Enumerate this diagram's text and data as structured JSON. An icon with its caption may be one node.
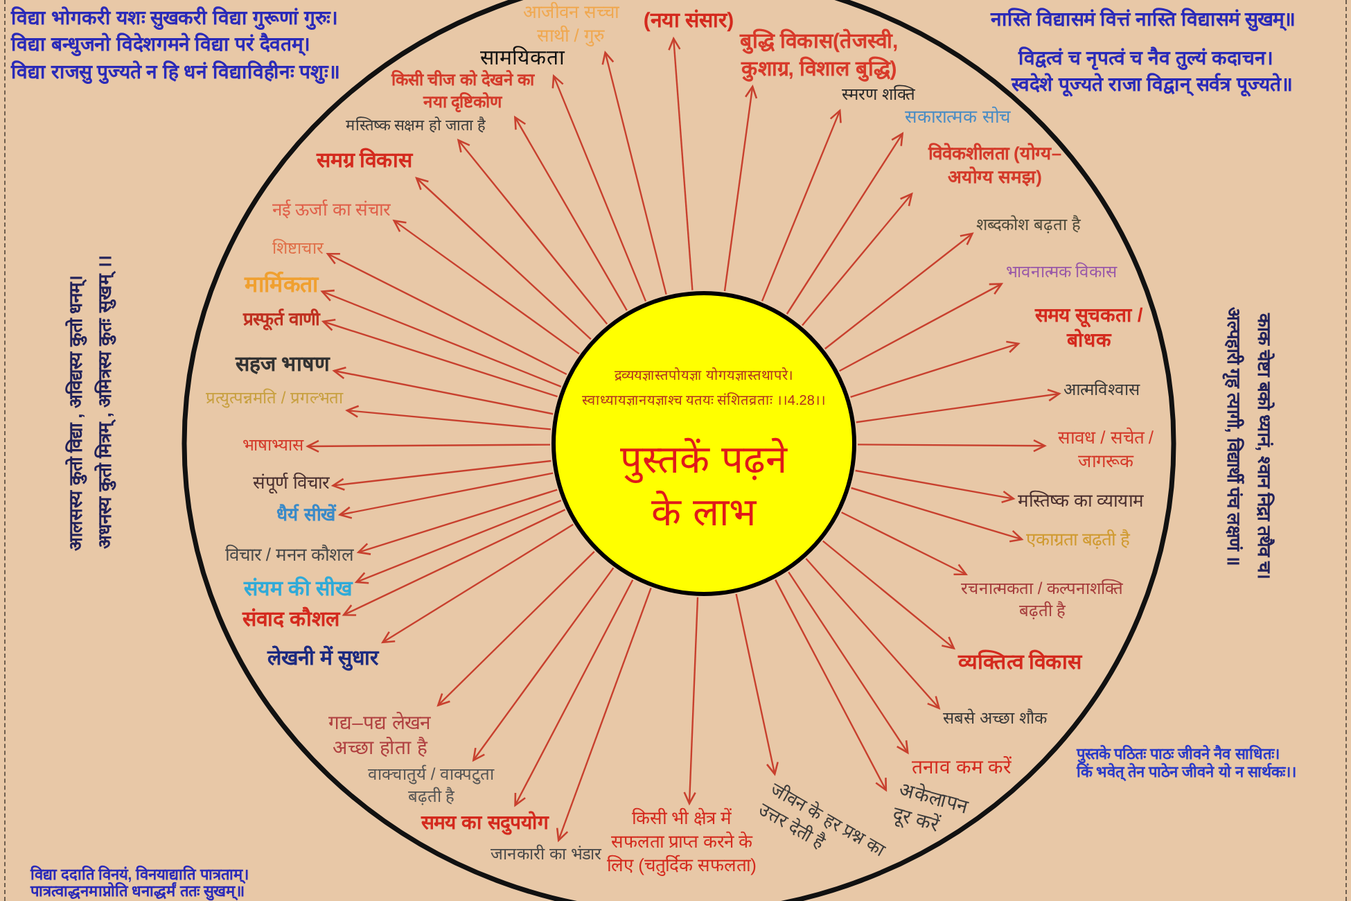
{
  "diagram": {
    "nodes": [
      {
        "text": [
          "द्रव्ययज्ञास्तपोयज्ञा योगयज्ञास्तथापरे।",
          "स्वाध्यायज्ञानयज्ञाश्च यतयः संशितव्रताः ।।4.28।।",
          "पुस्तकें पढ़ने के लाभ"
        ]
      },
      {
        "text": [
          "(नया संसार)"
        ]
      },
      {
        "text": [
          "बुद्धि विकास(तेजस्वी, कुशाग्र, विशाल बुद्धि)"
        ]
      },
      {
        "text": [
          "स्मरण शक्ति"
        ]
      },
      {
        "text": [
          "सकारात्मक सोच"
        ]
      },
      {
        "text": [
          "विवेकशीलता (योग्य–अयोग्य समझ)"
        ]
      },
      {
        "text": [
          "शब्दकोश बढ़ता है"
        ]
      },
      {
        "text": [
          "भावनात्मक विकास"
        ]
      },
      {
        "text": [
          "समय सूचकता / बोधक"
        ]
      },
      {
        "text": [
          "आत्मविश्वास"
        ]
      },
      {
        "text": [
          "सावध / सचेत / जागरूक"
        ]
      },
      {
        "text": [
          "मस्तिष्क का व्यायाम"
        ]
      },
      {
        "text": [
          "एकाग्रता बढ़ती है"
        ]
      },
      {
        "text": [
          "रचनात्मकता / कल्पनाशक्ति बढ़ती है"
        ]
      },
      {
        "text": [
          "व्यक्तित्व विकास"
        ]
      },
      {
        "text": [
          "सबसे अच्छा शौक"
        ]
      },
      {
        "text": [
          "तनाव कम करें"
        ]
      },
      {
        "text": [
          "अकेलापन दूर करें"
        ]
      },
      {
        "text": [
          "जीवन के हर प्रश्न का उत्तर देती है"
        ]
      },
      {
        "text": [
          "किसी भी क्षेत्र में सफलता प्राप्त करने के लिए (चतुर्दिक सफलता)"
        ]
      },
      {
        "text": [
          "जानकारी का भंडार"
        ]
      },
      {
        "text": [
          "समय का सदुपयोग"
        ]
      },
      {
        "text": [
          "वाक्चातुर्य / वाक्पटुता बढ़ती है"
        ]
      },
      {
        "text": [
          "गद्य–पद्य लेखन अच्छा होता है"
        ]
      },
      {
        "text": [
          "लेखनी में सुधार"
        ]
      },
      {
        "text": [
          "संवाद कौशल"
        ]
      },
      {
        "text": [
          "संयम की सीख"
        ]
      },
      {
        "text": [
          "विचार / मनन कौशल"
        ]
      },
      {
        "text": [
          "धैर्य सीखें"
        ]
      },
      {
        "text": [
          "संपूर्ण विचार"
        ]
      },
      {
        "text": [
          "भाषाभ्यास"
        ]
      },
      {
        "text": [
          "प्रत्युत्पन्नमति / प्रगल्भता"
        ]
      },
      {
        "text": [
          "सहज भाषण"
        ]
      },
      {
        "text": [
          "प्रस्फूर्त वाणी"
        ]
      },
      {
        "text": [
          "मार्मिकता"
        ]
      },
      {
        "text": [
          "शिष्टाचार"
        ]
      },
      {
        "text": [
          "नई ऊर्जा का संचार"
        ]
      },
      {
        "text": [
          "समग्र विकास"
        ]
      },
      {
        "text": [
          "मस्तिष्क सक्षम हो जाता है"
        ]
      },
      {
        "text": [
          "किसी चीज को देखने का नया दृष्टिकोण"
        ]
      },
      {
        "text": [
          "सामयिकता"
        ]
      },
      {
        "text": [
          "आजीवन सच्चा साथी / गुरु"
        ]
      }
    ],
    "edges": [
      {
        "from": 0,
        "to": 1,
        "arrow": "to"
      },
      {
        "from": 0,
        "to": 2,
        "arrow": "to"
      },
      {
        "from": 0,
        "to": 3,
        "arrow": "to"
      },
      {
        "from": 0,
        "to": 4,
        "arrow": "to"
      },
      {
        "from": 0,
        "to": 5,
        "arrow": "to"
      },
      {
        "from": 0,
        "to": 6,
        "arrow": "to"
      },
      {
        "from": 0,
        "to": 7,
        "arrow": "to"
      },
      {
        "from": 0,
        "to": 8,
        "arrow": "to"
      },
      {
        "from": 0,
        "to": 9,
        "arrow": "to"
      },
      {
        "from": 0,
        "to": 10,
        "arrow": "to"
      },
      {
        "from": 0,
        "to": 11,
        "arrow": "to"
      },
      {
        "from": 0,
        "to": 12,
        "arrow": "to"
      },
      {
        "from": 0,
        "to": 13,
        "arrow": "to"
      },
      {
        "from": 0,
        "to": 14,
        "arrow": "to"
      },
      {
        "from": 0,
        "to": 15,
        "arrow": "to"
      },
      {
        "from": 0,
        "to": 16,
        "arrow": "to"
      },
      {
        "from": 0,
        "to": 17,
        "arrow": "to"
      },
      {
        "from": 0,
        "to": 18,
        "arrow": "to"
      },
      {
        "from": 0,
        "to": 19,
        "arrow": "to"
      },
      {
        "from": 0,
        "to": 20,
        "arrow": "to"
      },
      {
        "from": 0,
        "to": 21,
        "arrow": "to"
      },
      {
        "from": 0,
        "to": 22,
        "arrow": "to"
      },
      {
        "from": 0,
        "to": 23,
        "arrow": "to"
      },
      {
        "from": 0,
        "to": 24,
        "arrow": "to"
      },
      {
        "from": 0,
        "to": 25,
        "arrow": "to"
      },
      {
        "from": 0,
        "to": 26,
        "arrow": "to"
      },
      {
        "from": 0,
        "to": 27,
        "arrow": "to"
      },
      {
        "from": 0,
        "to": 28,
        "arrow": "to"
      },
      {
        "from": 0,
        "to": 29,
        "arrow": "to"
      },
      {
        "from": 0,
        "to": 30,
        "arrow": "to"
      },
      {
        "from": 0,
        "to": 31,
        "arrow": "to"
      },
      {
        "from": 0,
        "to": 32,
        "arrow": "to"
      },
      {
        "from": 0,
        "to": 33,
        "arrow": "to"
      },
      {
        "from": 0,
        "to": 34,
        "arrow": "to"
      },
      {
        "from": 0,
        "to": 35,
        "arrow": "to"
      },
      {
        "from": 0,
        "to": 36,
        "arrow": "to"
      },
      {
        "from": 0,
        "to": 37,
        "arrow": "to"
      },
      {
        "from": 0,
        "to": 38,
        "arrow": "to"
      },
      {
        "from": 0,
        "to": 39,
        "arrow": "to"
      },
      {
        "from": 0,
        "to": 40,
        "arrow": "to"
      },
      {
        "from": 0,
        "to": 41,
        "arrow": "to"
      }
    ],
    "labels": [
      "विद्या भोगकरी यशः सुखकरी विद्या गुरूणां गुरुः।",
      "विद्या बन्धुजनो विदेशगमने विद्या परं दैवतम्।",
      "विद्या राजसु पुज्यते न हि धनं विद्याविहीनः पशुः॥",
      "नास्ति विद्यासमं वित्तं नास्ति विद्यासमं सुखम्॥",
      "विद्वत्वं च नृपत्वं च नैव तुल्यं कदाचन।",
      "स्वदेशे पूज्यते राजा विद्वान् सर्वत्र पूज्यते॥",
      "आलसस्य कुतो विद्या , अविद्यस्य कुतो धनम्।",
      "अधनस्य कुतो मित्रम् , अमित्रस्य कुतः सुखम् ।।",
      "काक चेष्टा बको ध्यानं, श्वान निद्रा तथैव च।",
      "अल्पहारी गृह त्यागी, विद्यार्थी पंच लक्षणं ॥",
      "पुस्तके पठितः पाठः जीवने नैव साधितः।",
      "किं भवेत् तेन पाठेन जीवने यो न सार्थकः।।",
      "विद्या ददाति विनयं, विनयाद्याति पात्रताम्।",
      "पात्रत्वाद्धनमाप्नोति धनाद्धर्मं ततः सुखम्॥"
    ]
  }
}
